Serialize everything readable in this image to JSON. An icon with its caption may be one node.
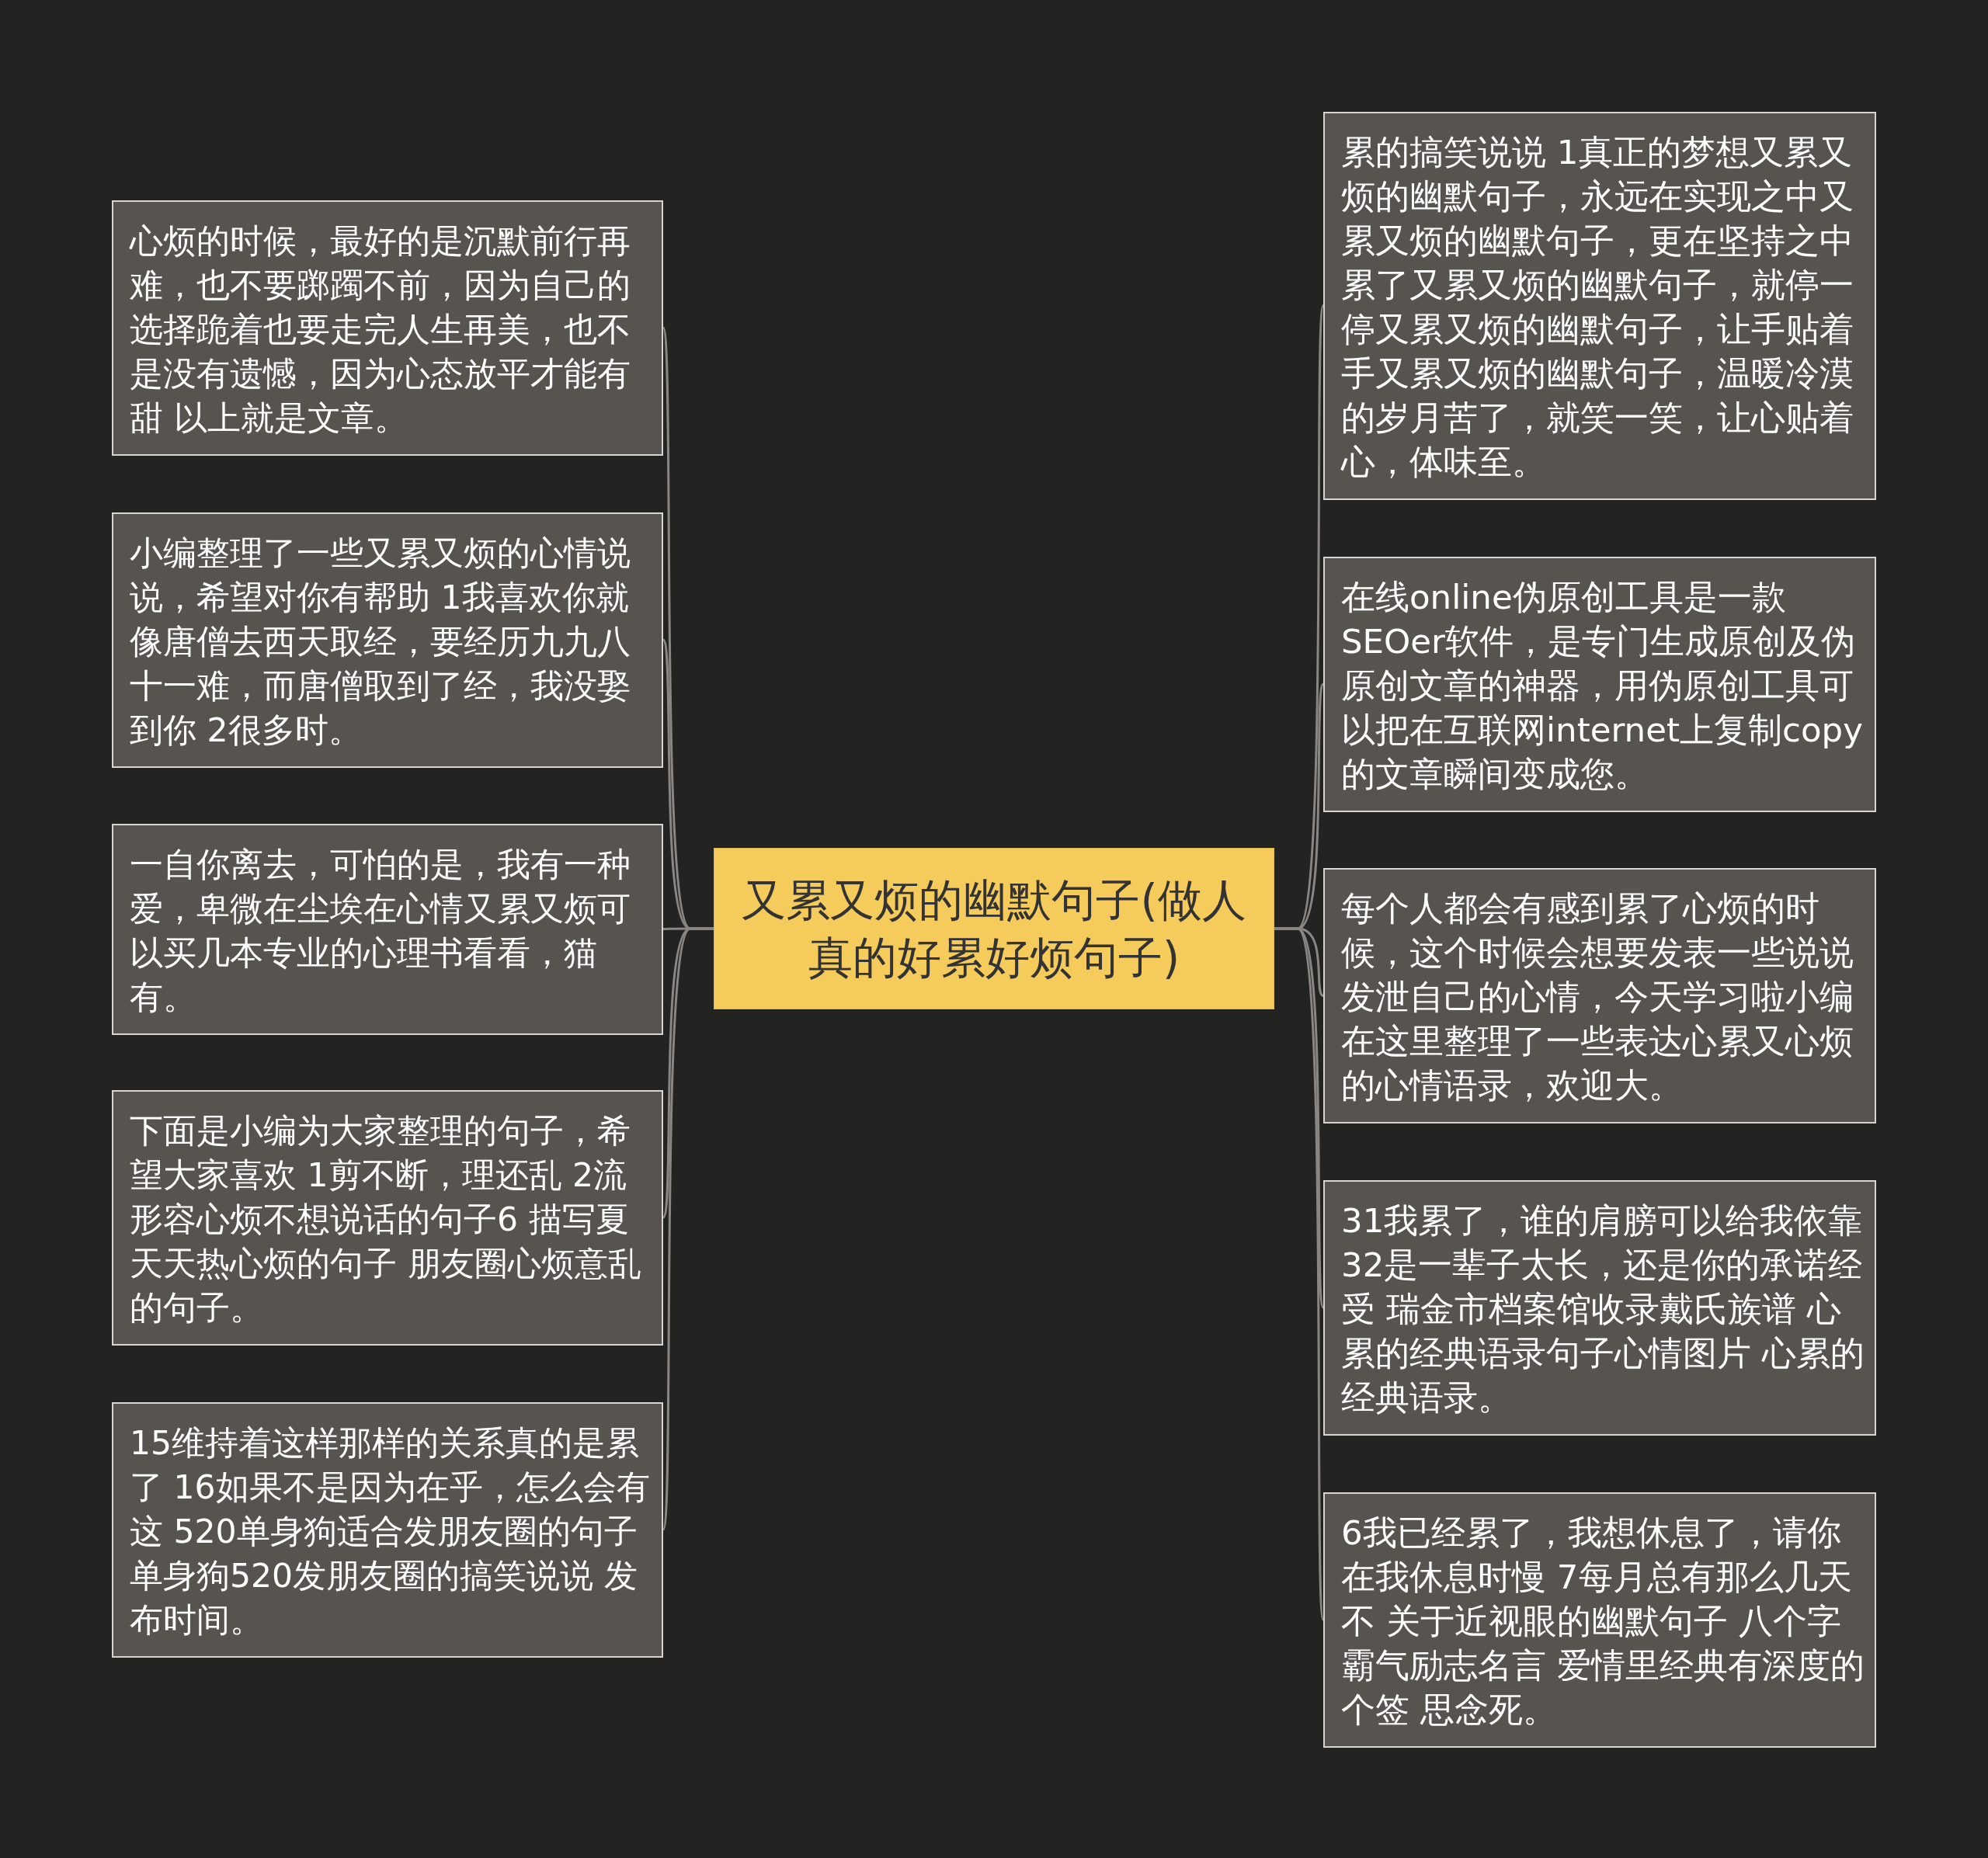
{
  "diagram": {
    "nodes": [
      {
        "text": [
          "又累又烦的幽默句子(做人真的好累好烦句子)"
        ]
      },
      {
        "text": [
          "心烦的时候，最好的是沉默前行再难，也不要踯躅不前，因为自己的选择跪着也要走完人生再美，也不是没有遗憾，因为心态放平才能有甜 以上就是文章。"
        ]
      },
      {
        "text": [
          "小编整理了一些又累又烦的心情说说，希望对你有帮助 1我喜欢你就像唐僧去西天取经，要经历九九八十一难，而唐僧取到了经，我没娶到你 2很多时。"
        ]
      },
      {
        "text": [
          "一自你离去，可怕的是，我有一种爱，卑微在尘埃在心情又累又烦可以买几本专业的心理书看看，猫有。"
        ]
      },
      {
        "text": [
          "下面是小编为大家整理的句子，希望大家喜欢 1剪不断，理还乱 2流形容心烦不想说话的句子6 描写夏天天热心烦的句子 朋友圈心烦意乱的句子。"
        ]
      },
      {
        "text": [
          "15维持着这样那样的关系真的是累了 16如果不是因为在乎，怎么会有这 520单身狗适合发朋友圈的句子单身狗520发朋友圈的搞笑说说 发布时间。"
        ]
      },
      {
        "text": [
          "累的搞笑说说 1真正的梦想又累又烦的幽默句子，永远在实现之中又累又烦的幽默句子，更在坚持之中累了又累又烦的幽默句子，就停一停又累又烦的幽默句子，让手贴着手又累又烦的幽默句子，温暖冷漠的岁月苦了，就笑一笑，让心贴着心，体味至。"
        ]
      },
      {
        "text": [
          "在线online伪原创工具是一款SEOer软件，是专门生成原创及伪原创文章的神器，用伪原创工具可以把在互联网internet上复制copy的文章瞬间变成您。"
        ]
      },
      {
        "text": [
          "每个人都会有感到累了心烦的时候，这个时候会想要发表一些说说发泄自己的心情，今天学习啦小编在这里整理了一些表达心累又心烦的心情语录，欢迎大。"
        ]
      },
      {
        "text": [
          "31我累了，谁的肩膀可以给我依靠 32是一辈子太长，还是你的承诺经受 瑞金市档案馆收录戴氏族谱 心累的经典语录句子心情图片 心累的经典语录。"
        ]
      },
      {
        "text": [
          "6我已经累了，我想休息了，请你在我休息时慢 7每月总有那么几天不 关于近视眼的幽默句子 八个字霸气励志名言 爱情里经典有深度的个签 思念死。"
        ]
      }
    ],
    "edges": [
      {
        "from": 0,
        "to": 1,
        "arrow": "none"
      },
      {
        "from": 0,
        "to": 2,
        "arrow": "none"
      },
      {
        "from": 0,
        "to": 3,
        "arrow": "none"
      },
      {
        "from": 0,
        "to": 4,
        "arrow": "none"
      },
      {
        "from": 0,
        "to": 5,
        "arrow": "none"
      },
      {
        "from": 0,
        "to": 6,
        "arrow": "none"
      },
      {
        "from": 0,
        "to": 7,
        "arrow": "none"
      },
      {
        "from": 0,
        "to": 8,
        "arrow": "none"
      },
      {
        "from": 0,
        "to": 9,
        "arrow": "none"
      },
      {
        "from": 0,
        "to": 10,
        "arrow": "none"
      }
    ]
  }
}
